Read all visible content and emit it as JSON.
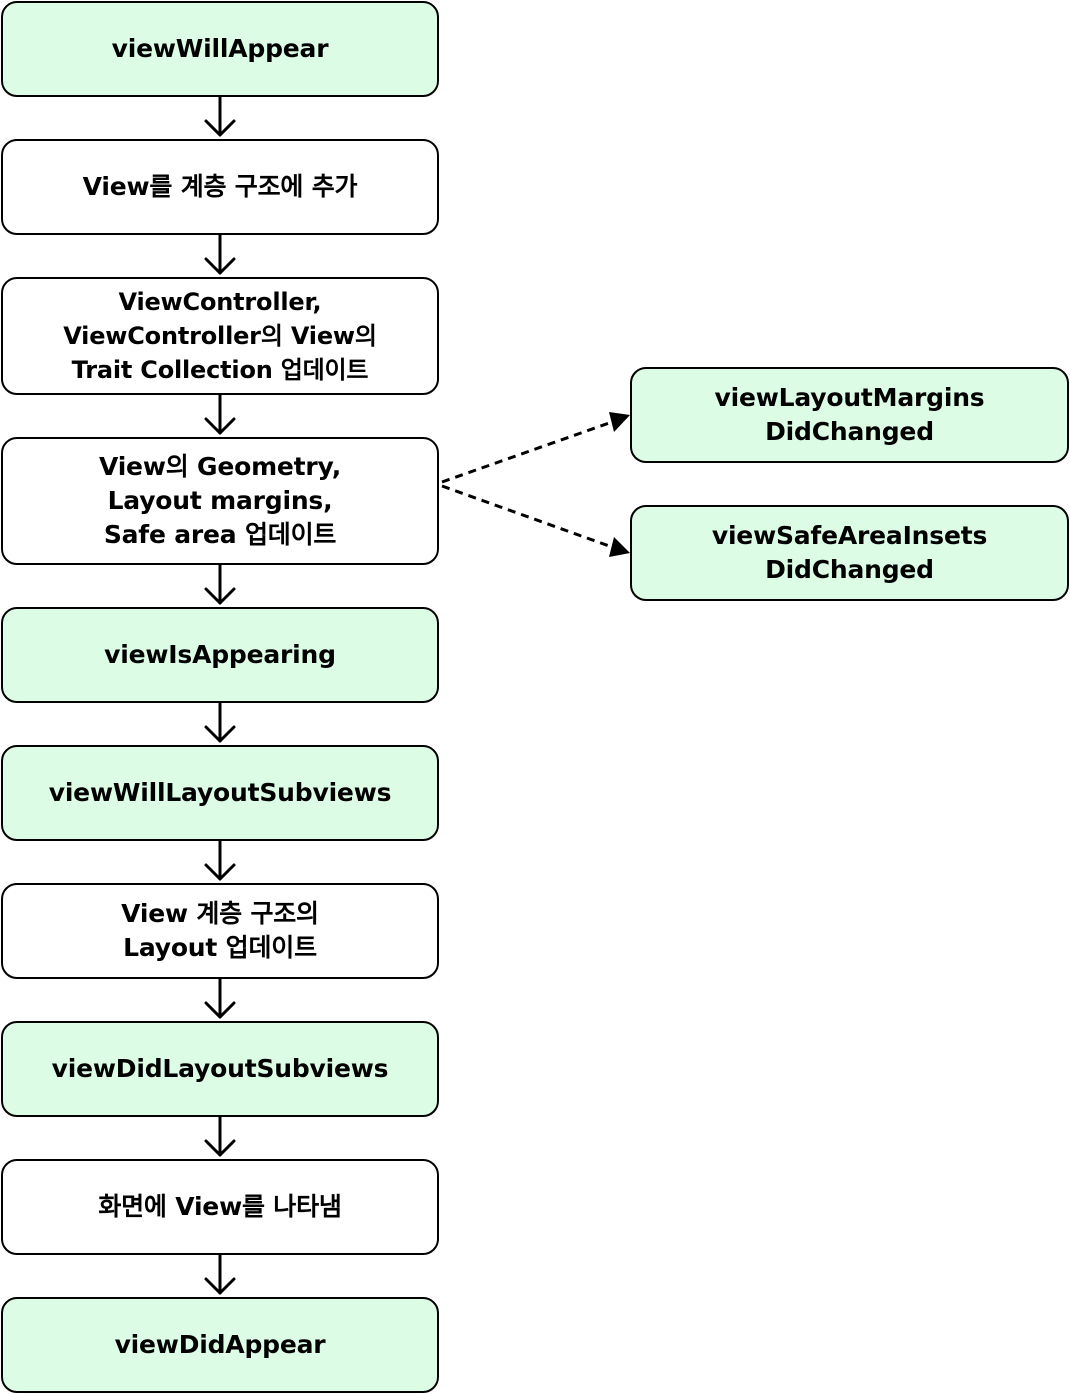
{
  "main_flow": [
    {
      "label": "viewWillAppear",
      "kind": "hook"
    },
    {
      "label": "View를 계층 구조에 추가",
      "kind": "step"
    },
    {
      "label": "ViewController,\nViewController의 View의\nTrait Collection 업데이트",
      "kind": "step"
    },
    {
      "label": "View의 Geometry,\nLayout margins,\nSafe area 업데이트",
      "kind": "step"
    },
    {
      "label": "viewIsAppearing",
      "kind": "hook"
    },
    {
      "label": "viewWillLayoutSubviews",
      "kind": "hook"
    },
    {
      "label": "View 계층 구조의\nLayout 업데이트",
      "kind": "step"
    },
    {
      "label": "viewDidLayoutSubviews",
      "kind": "hook"
    },
    {
      "label": "화면에 View를 나타냄",
      "kind": "step"
    },
    {
      "label": "viewDidAppear",
      "kind": "hook"
    }
  ],
  "side_branches": [
    {
      "label": "viewLayoutMargins\nDidChanged",
      "kind": "hook",
      "from_step": 3
    },
    {
      "label": "viewSafeAreaInsets\nDidChanged",
      "kind": "hook",
      "from_step": 3
    }
  ],
  "colors": {
    "hook_fill": "#dcfce5",
    "step_fill": "#ffffff",
    "stroke": "#000000"
  }
}
